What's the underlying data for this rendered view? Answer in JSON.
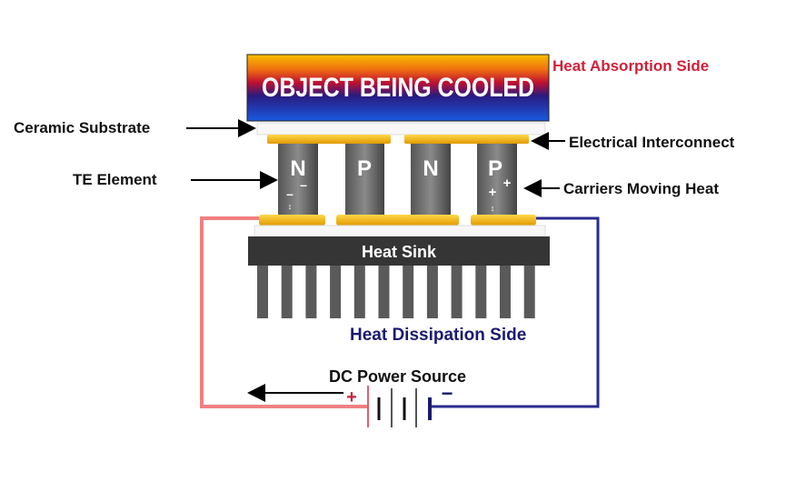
{
  "title": "OBJECT BEING COOLED",
  "labels": {
    "heat_absorption": "Heat Absorption Side",
    "ceramic_substrate": "Ceramic Substrate",
    "electrical_interconnect": "Electrical Interconnect",
    "te_element": "TE Element",
    "carriers": "Carriers Moving Heat",
    "heat_sink": "Heat Sink",
    "heat_dissipation": "Heat Dissipation Side",
    "dc_power": "DC Power Source",
    "plus": "+",
    "minus": "−"
  },
  "elements": [
    {
      "type": "N"
    },
    {
      "type": "P"
    },
    {
      "type": "N"
    },
    {
      "type": "P"
    }
  ],
  "colors": {
    "red": "#d0203a",
    "navy": "#1a1a6e",
    "gold": "#f2b800",
    "sink": "#333333",
    "element": "#666666"
  }
}
